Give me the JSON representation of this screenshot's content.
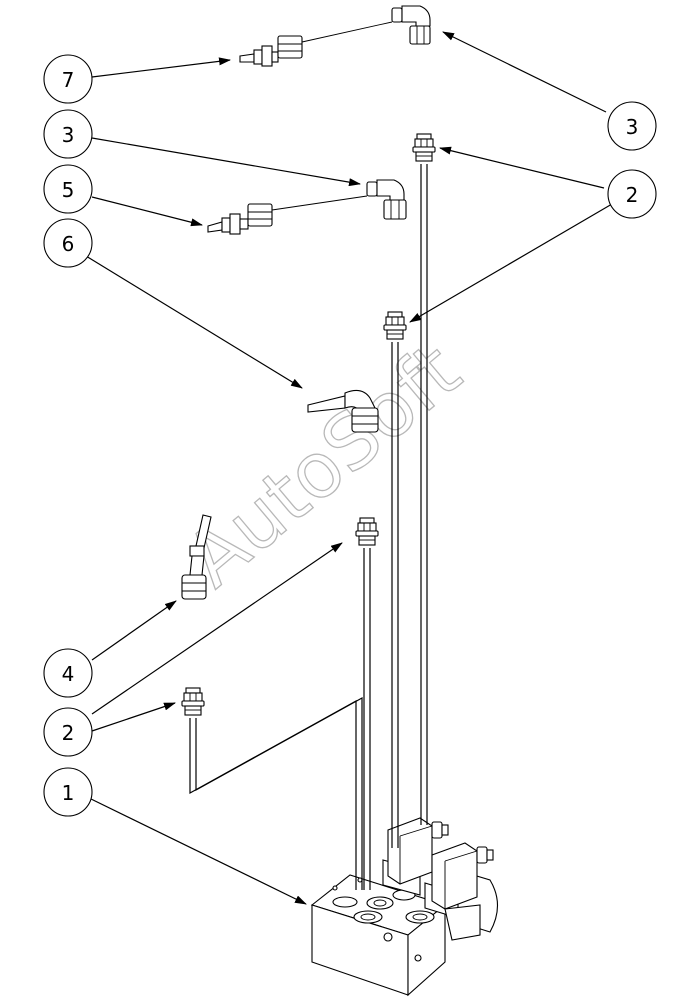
{
  "watermark": "AutoSoft",
  "callouts": [
    {
      "id": "c7",
      "label": "7"
    },
    {
      "id": "c3a",
      "label": "3"
    },
    {
      "id": "c3b",
      "label": "3"
    },
    {
      "id": "c5",
      "label": "5"
    },
    {
      "id": "c6",
      "label": "6"
    },
    {
      "id": "c2a",
      "label": "2"
    },
    {
      "id": "c4",
      "label": "4"
    },
    {
      "id": "c2b",
      "label": "2"
    },
    {
      "id": "c1",
      "label": "1"
    }
  ],
  "colors": {
    "line": "#000000",
    "watermark": "#b8b8b8",
    "background": "#ffffff"
  }
}
